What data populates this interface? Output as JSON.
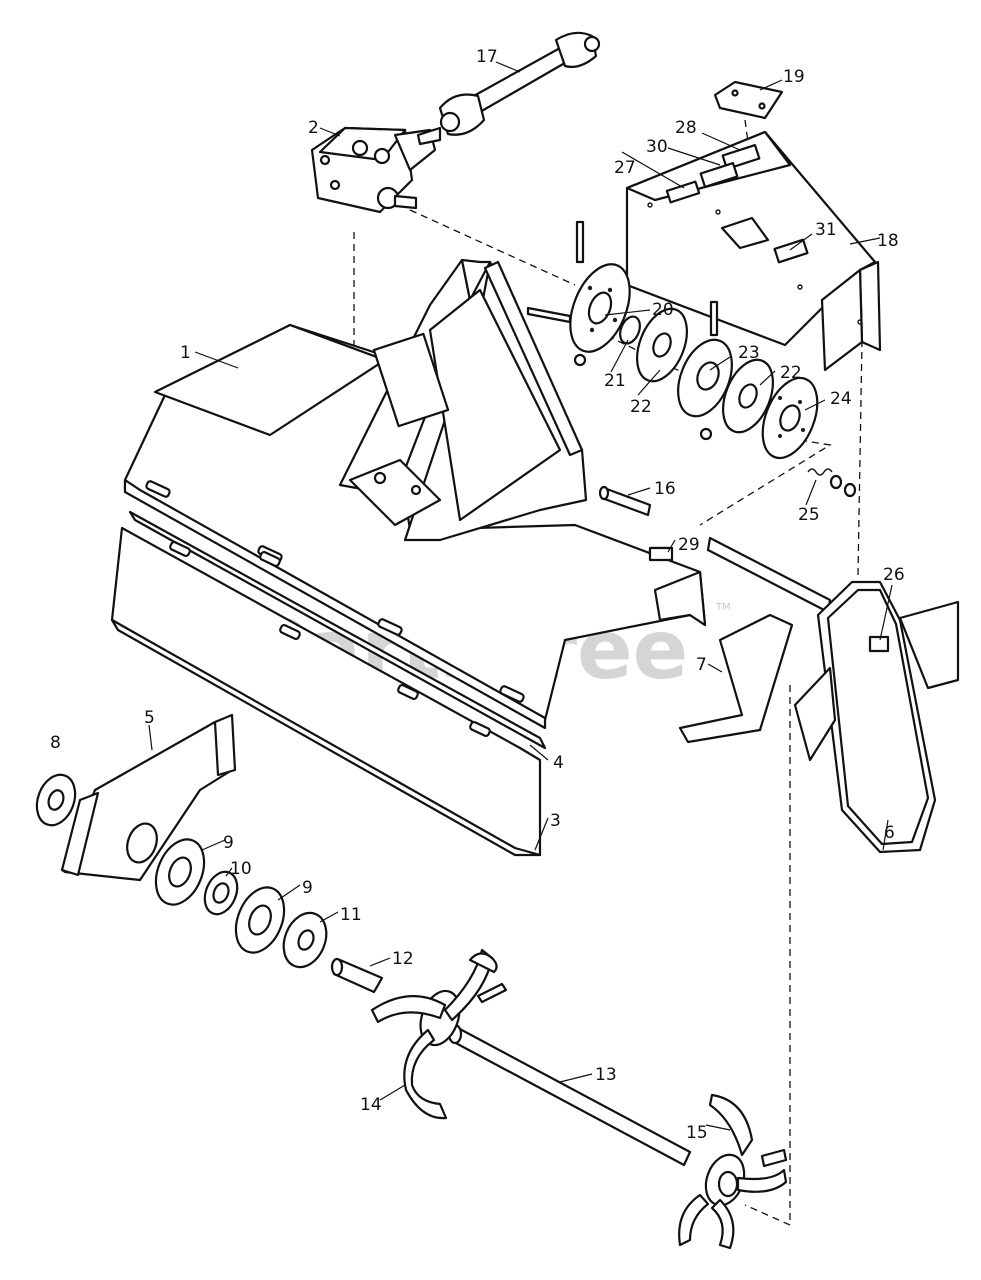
{
  "watermark": {
    "text": "PartsTree",
    "trademark": "TM"
  },
  "callouts": {
    "c1": "1",
    "c2": "2",
    "c3": "3",
    "c4": "4",
    "c5": "5",
    "c6": "6",
    "c7": "7",
    "c8": "8",
    "c9a": "9",
    "c9b": "9",
    "c10": "10",
    "c11": "11",
    "c12": "12",
    "c13": "13",
    "c14": "14",
    "c15": "15",
    "c16": "16",
    "c17": "17",
    "c18": "18",
    "c19": "19",
    "c20": "20",
    "c21": "21",
    "c22a": "22",
    "c22b": "22",
    "c23": "23",
    "c24": "24",
    "c25": "25",
    "c26": "26",
    "c27": "27",
    "c28": "28",
    "c29": "29",
    "c30": "30",
    "c31": "31"
  }
}
